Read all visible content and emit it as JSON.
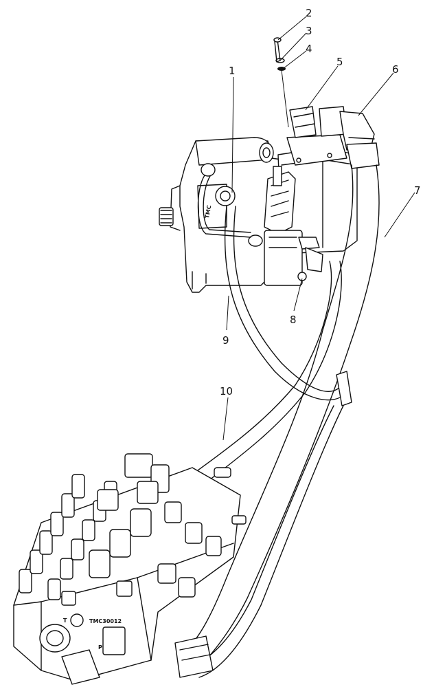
{
  "callouts": [
    {
      "id": "1",
      "text": "1"
    },
    {
      "id": "2",
      "text": "2"
    },
    {
      "id": "3",
      "text": "3"
    },
    {
      "id": "4",
      "text": "4"
    },
    {
      "id": "5",
      "text": "5"
    },
    {
      "id": "6",
      "text": "6"
    },
    {
      "id": "7",
      "text": "7"
    },
    {
      "id": "8",
      "text": "8"
    },
    {
      "id": "9",
      "text": "9"
    },
    {
      "id": "10",
      "text": "10"
    }
  ],
  "markings": {
    "valve_t_port": "T",
    "valve_p_port": "P",
    "valve_stamp": "TMC30012",
    "pump_stamp": "TMC"
  }
}
